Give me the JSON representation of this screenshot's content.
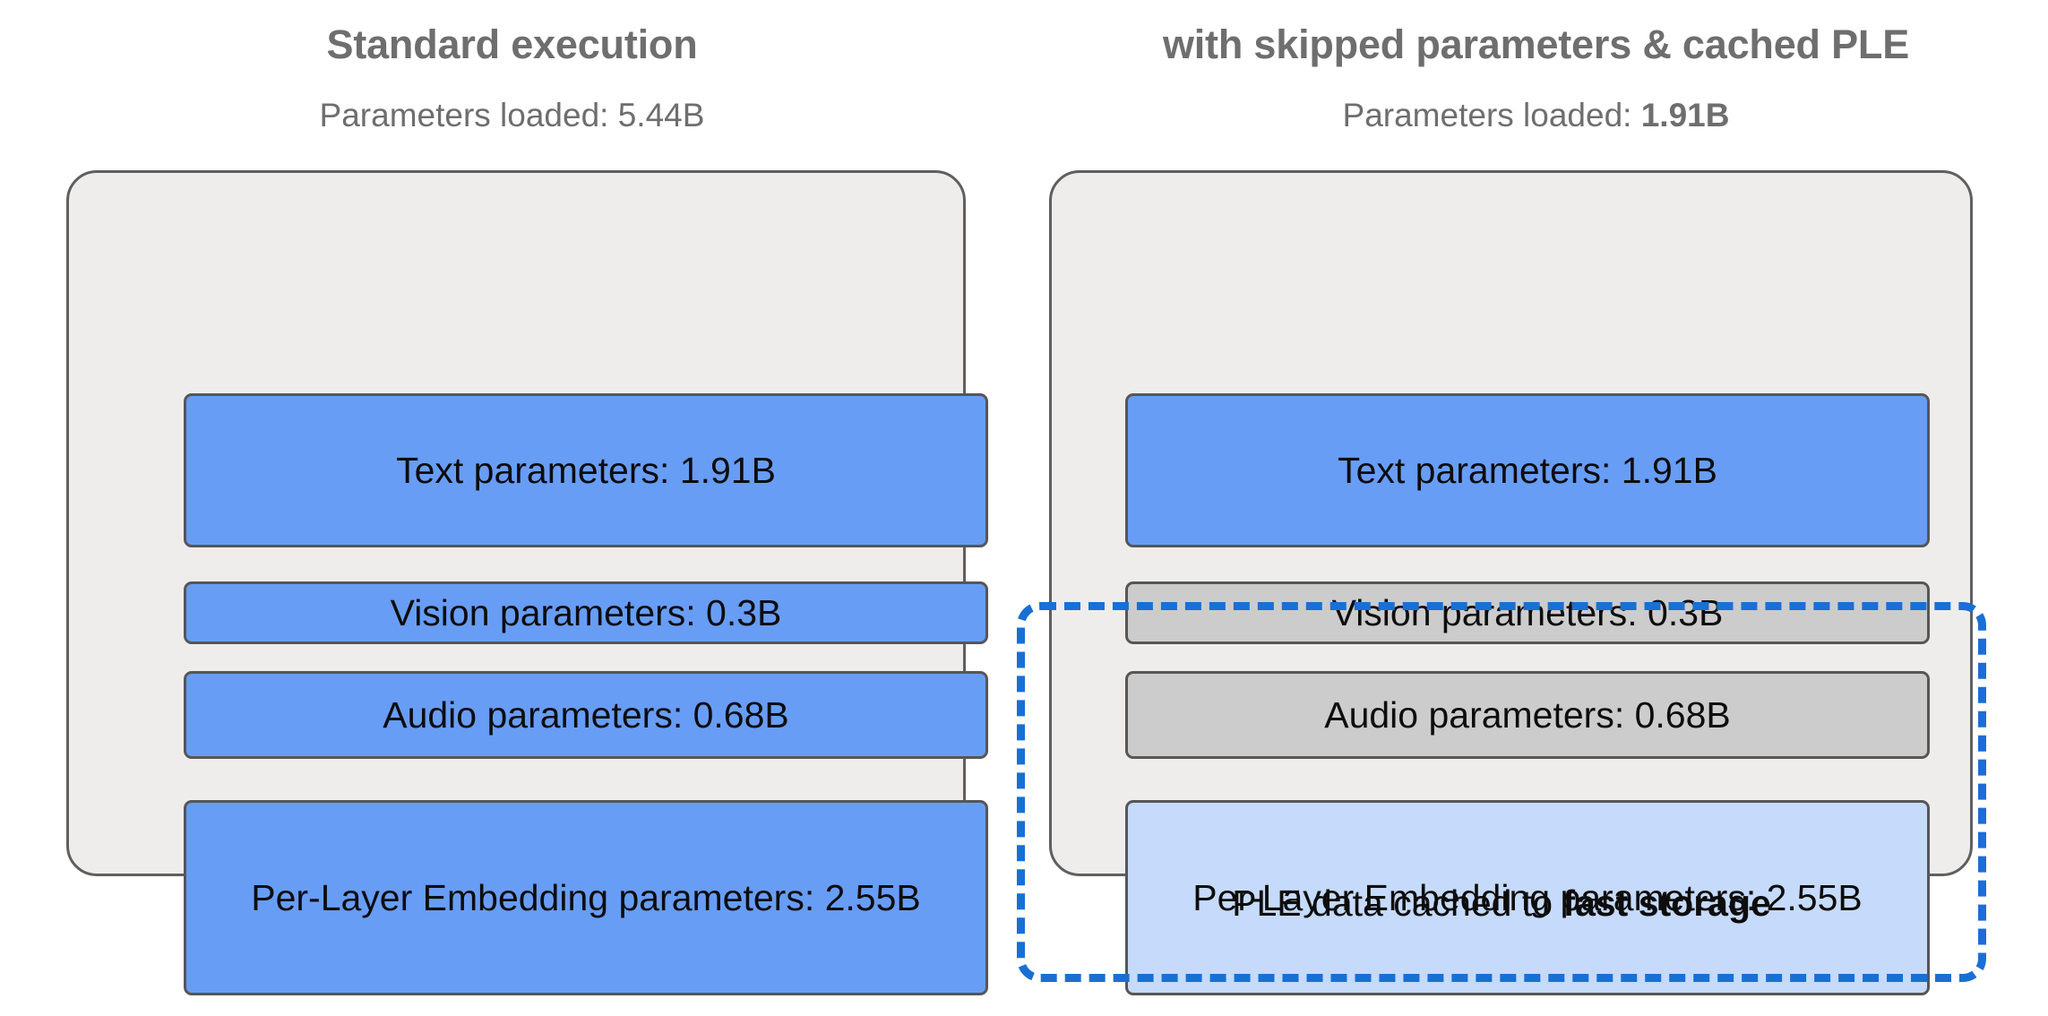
{
  "colors": {
    "blue_fill": "#689df6",
    "gray_fill": "#cccccc",
    "light_blue_fill": "#c6dafc",
    "container_fill": "#eeedec",
    "block_border": "#565656",
    "dashed_blue": "#1a6fd4",
    "heading_gray": "#6e6e6e",
    "body_text": "#0d0d0d"
  },
  "panels": [
    {
      "id": "standard-execution",
      "title": "Standard execution",
      "subtitle_prefix": "Parameters loaded: ",
      "subtitle_value": "5.44B",
      "subtitle_value_bold": false,
      "blocks": [
        {
          "id": "text",
          "label": "Text parameters: 1.91B",
          "state": "loaded"
        },
        {
          "id": "vision",
          "label": "Vision parameters: 0.3B",
          "state": "loaded"
        },
        {
          "id": "audio",
          "label": "Audio parameters: 0.68B",
          "state": "loaded"
        },
        {
          "id": "ple",
          "label": "Per-Layer Embedding parameters: 2.55B",
          "state": "loaded"
        }
      ]
    },
    {
      "id": "skipped-and-cached",
      "title": "with skipped parameters & cached PLE",
      "subtitle_prefix": "Parameters loaded: ",
      "subtitle_value": "1.91B",
      "subtitle_value_bold": true,
      "blocks": [
        {
          "id": "text",
          "label": "Text parameters: 1.91B",
          "state": "loaded"
        },
        {
          "id": "vision",
          "label": "Vision parameters: 0.3B",
          "state": "skipped"
        },
        {
          "id": "audio",
          "label": "Audio parameters: 0.68B",
          "state": "skipped"
        },
        {
          "id": "ple",
          "label": "Per-Layer Embedding parameters: 2.55B",
          "state": "cached"
        }
      ]
    }
  ],
  "cache_region": {
    "caption_prefix": "PLE data cached to ",
    "caption_strong": "fast storage"
  }
}
